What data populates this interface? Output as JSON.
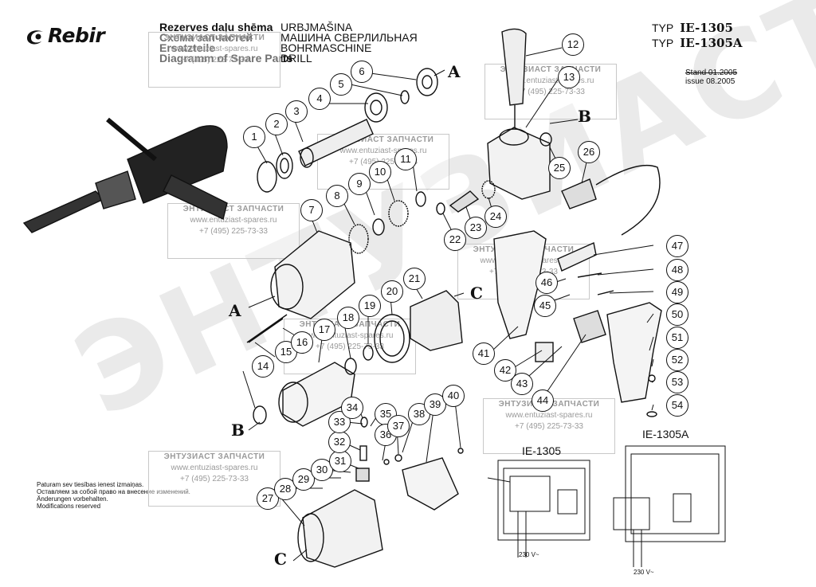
{
  "logo": {
    "text": "Rebir",
    "icon": "rebir-swoosh-icon"
  },
  "titles": {
    "latvian": "Rezerves daļu shēma",
    "russian": "Схема запчастей",
    "german": "Ersatzteile",
    "english": "Diagramm of Spare Parts",
    "product_lv": "URBJMAŠINA",
    "product_ru": "МАШИНА СВЕРЛИЛЬНАЯ",
    "product_de": "BOHRMASCHINE",
    "product_en": "DRILL"
  },
  "typ": [
    {
      "label": "TYP",
      "value": "IE-1305"
    },
    {
      "label": "TYP",
      "value": "IE-1305A"
    }
  ],
  "stand": {
    "line1": "Stand 01.2005",
    "line2": "issue 08.2005"
  },
  "notice": [
    "Paturam sev tiesības ienest izmaiņas.",
    "Оставляем за собой право на внесение изменений.",
    "Änderungen vorbehalten.",
    "Modifications reserved"
  ],
  "watermark": {
    "line1": "ЭНТУЗИАСТ ЗАПЧАСТИ",
    "line2": "www.entuziast-spares.ru",
    "line3": "+7 (495) 225-73-33",
    "big": "ЭНТУЗИАСТ!"
  },
  "schematics": {
    "ie1305": {
      "title": "IE-1305",
      "voltage": "230 V~"
    },
    "ie1305a": {
      "title": "IE-1305A",
      "voltage": "230 V~"
    }
  },
  "assembly_letters": [
    "A",
    "A",
    "B",
    "B",
    "C",
    "C"
  ],
  "parts": [
    "1",
    "2",
    "3",
    "4",
    "5",
    "6",
    "7",
    "8",
    "9",
    "10",
    "11",
    "12",
    "13",
    "14",
    "15",
    "16",
    "17",
    "18",
    "19",
    "20",
    "21",
    "22",
    "23",
    "24",
    "25",
    "26",
    "27",
    "28",
    "29",
    "30",
    "31",
    "32",
    "33",
    "34",
    "35",
    "36",
    "37",
    "38",
    "39",
    "40",
    "41",
    "42",
    "43",
    "44",
    "45",
    "46",
    "47",
    "48",
    "49",
    "50",
    "51",
    "52",
    "53",
    "54"
  ]
}
